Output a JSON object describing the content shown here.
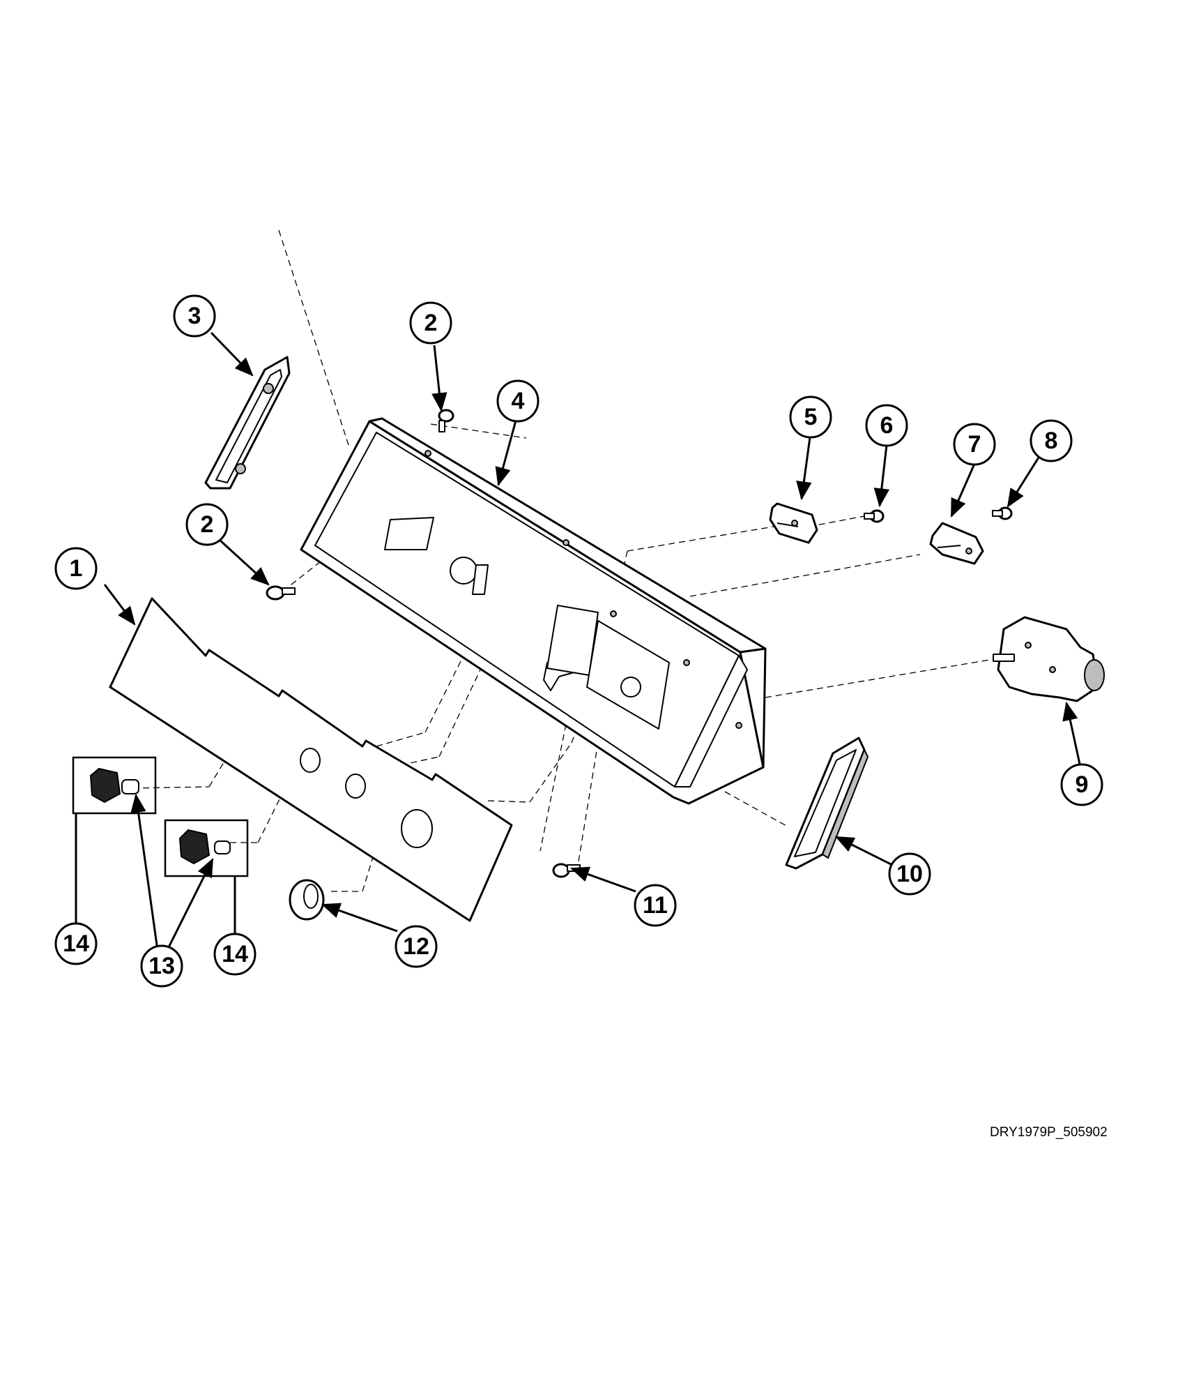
{
  "callouts": [
    "1",
    "2",
    "2",
    "3",
    "4",
    "5",
    "6",
    "7",
    "8",
    "9",
    "10",
    "11",
    "12",
    "13",
    "14",
    "14"
  ],
  "drawing_code": "DRY1979P_505902",
  "colors": {
    "line": "#000000",
    "background": "#ffffff",
    "shade": "#bdbdbd"
  }
}
